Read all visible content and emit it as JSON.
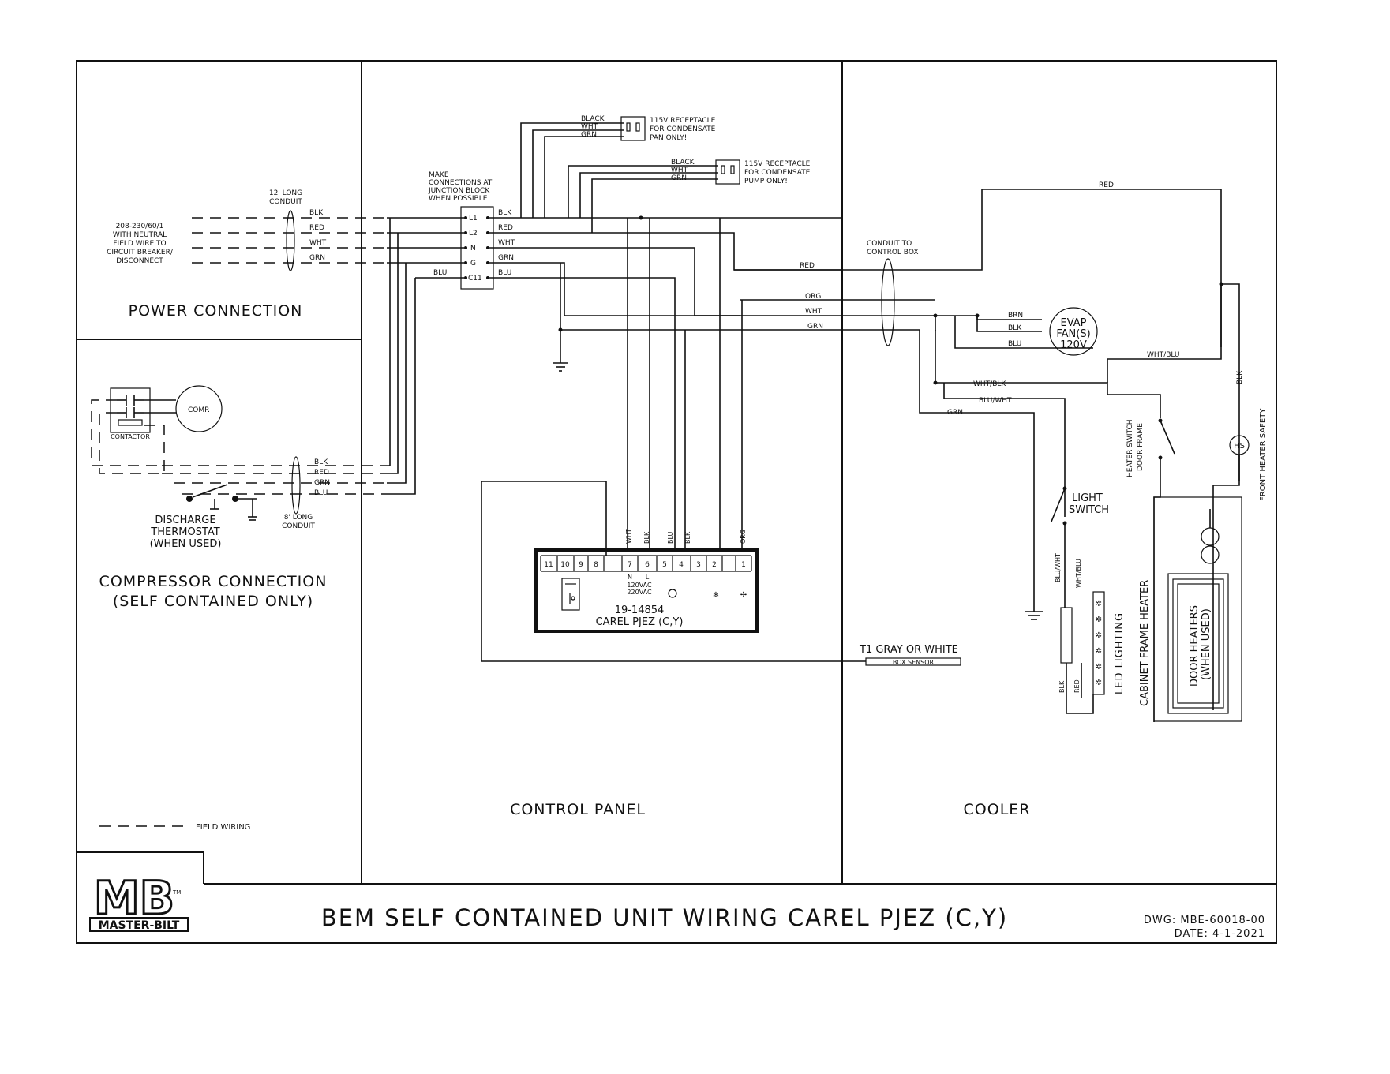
{
  "sections": {
    "power": "POWER CONNECTION",
    "compressor_line1": "COMPRESSOR CONNECTION",
    "compressor_line2": "(SELF CONTAINED ONLY)",
    "control_panel": "CONTROL PANEL",
    "cooler": "COOLER"
  },
  "legend": {
    "field_wiring": "FIELD WIRING"
  },
  "title_block": {
    "title": "BEM SELF CONTAINED UNIT WIRING CAREL PJEZ (C,Y)",
    "dwg": "DWG: MBE-60018-00",
    "date": "DATE: 4-1-2021",
    "logo": "MB",
    "logo_sub": "MASTER-BILT",
    "tm": "TM"
  },
  "power_source": {
    "line1": "208-230/60/1",
    "line2": "WITH NEUTRAL",
    "line3": "FIELD WIRE TO",
    "line4": "CIRCUIT BREAKER/",
    "line5": "DISCONNECT",
    "conduit1": "12' LONG",
    "conduit2": "CONDUIT",
    "wires": [
      "BLK",
      "RED",
      "WHT",
      "GRN"
    ]
  },
  "junction": {
    "note1": "MAKE",
    "note2": "CONNECTIONS AT",
    "note3": "JUNCTION BLOCK",
    "note4": "WHEN POSSIBLE",
    "terminals": [
      "L1",
      "L2",
      "N",
      "G",
      "C11"
    ],
    "out_wires": [
      "BLK",
      "RED",
      "WHT",
      "GRN",
      "BLU"
    ],
    "blu_in": "BLU"
  },
  "receptacle1": {
    "wires": [
      "BLACK",
      "WHT",
      "GRN"
    ],
    "line1": "115V RECEPTACLE",
    "line2": "FOR CONDENSATE",
    "line3": "PAN ONLY!"
  },
  "receptacle2": {
    "wires": [
      "BLACK",
      "WHT",
      "GRN"
    ],
    "line1": "115V RECEPTACLE",
    "line2": "FOR CONDENSATE",
    "line3": "PUMP ONLY!"
  },
  "compressor": {
    "comp": "COMP.",
    "contactor": "CONTACTOR",
    "wires": [
      "BLK",
      "RED",
      "GRN",
      "BLU"
    ],
    "thermostat1": "DISCHARGE",
    "thermostat2": "THERMOSTAT",
    "thermostat3": "(WHEN USED)",
    "conduit1": "8' LONG",
    "conduit2": "CONDUIT"
  },
  "controller": {
    "terminals": [
      "11",
      "10",
      "9",
      "8",
      "7",
      "6",
      "5",
      "4",
      "3",
      "2",
      "1"
    ],
    "top_wires": [
      "WHT",
      "BLK",
      "BLU",
      "BLK",
      "ORG"
    ],
    "n_label": "N",
    "l_label": "L",
    "v1": "120VAC",
    "v2": "220VAC",
    "part": "19-14854",
    "model": "CAREL PJEZ (C,Y)"
  },
  "cooler": {
    "red": "RED",
    "red_top": "RED",
    "conduit1": "CONDUIT TO",
    "conduit2": "CONTROL BOX",
    "org": "ORG",
    "wht": "WHT",
    "grn": "GRN",
    "fan_wires": [
      "BRN",
      "BLK",
      "BLU"
    ],
    "fan1": "EVAP",
    "fan2": "FAN(S)",
    "fan3": "120V",
    "wht_blu": "WHT/BLU",
    "wht_blk": "WHT/BLK",
    "blu_wht": "BLU/WHT",
    "grn2": "GRN",
    "light_switch1": "LIGHT",
    "light_switch2": "SWITCH",
    "heater_switch": "HEATER SWITCH",
    "door_frame": "DOOR FRAME",
    "blk_v": "BLK",
    "front_heater": "FRONT HEATER SAFETY",
    "hs": "HS",
    "led_blu_wht": "BLU/WHT",
    "led_wht_blu": "WHT/BLU",
    "led_blk": "BLK",
    "led_red": "RED",
    "led_lighting": "LED LIGHTING",
    "cabinet_heater": "CABINET FRAME HEATER",
    "door_heaters1": "DOOR HEATERS",
    "door_heaters2": "(WHEN USED)",
    "sensor1": "T1 GRAY OR WHITE",
    "sensor2": "BOX SENSOR"
  }
}
